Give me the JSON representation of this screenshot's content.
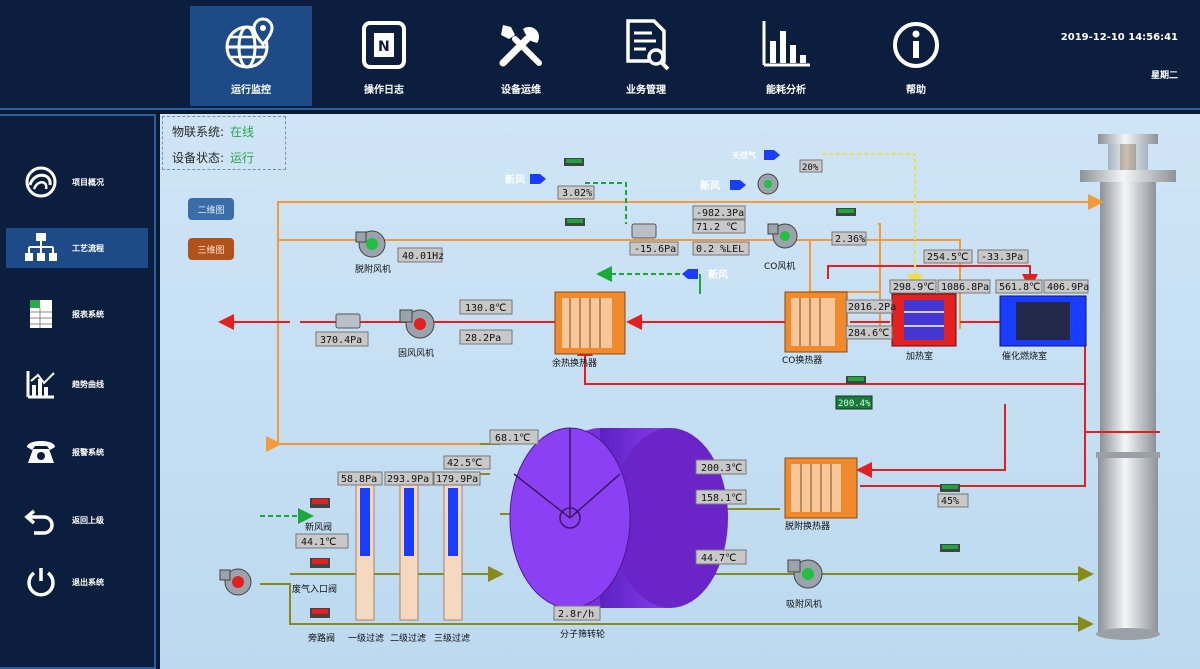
{
  "nav": [
    {
      "label": "运行监控",
      "icon": "globe-pin-icon"
    },
    {
      "label": "操作日志",
      "icon": "log-book-icon"
    },
    {
      "label": "设备运维",
      "icon": "tools-icon"
    },
    {
      "label": "业务管理",
      "icon": "document-search-icon"
    },
    {
      "label": "能耗分析",
      "icon": "bar-chart-icon"
    },
    {
      "label": "帮助",
      "icon": "info-icon"
    }
  ],
  "header": {
    "datetime": "2019-12-10 14:56:41",
    "weekday": "星期二"
  },
  "sidebar": [
    {
      "label": "项目概况",
      "icon": "swirl-logo-icon"
    },
    {
      "label": "工艺流程",
      "icon": "org-chart-icon"
    },
    {
      "label": "报表系统",
      "icon": "spreadsheet-icon"
    },
    {
      "label": "趋势曲线",
      "icon": "trend-chart-icon"
    },
    {
      "label": "报警系统",
      "icon": "telephone-icon"
    },
    {
      "label": "返回上级",
      "icon": "back-arrow-icon"
    },
    {
      "label": "退出系统",
      "icon": "power-icon"
    }
  ],
  "status": {
    "iot_label": "物联系统:",
    "iot_value": "在线",
    "device_label": "设备状态:",
    "device_value": "运行"
  },
  "views": {
    "two_d": "二维图",
    "three_d": "三维图"
  },
  "process": {
    "labels": {
      "desorption_fan": "脱附风机",
      "solid_fan": "固风风机",
      "co_fan": "CO风机",
      "waste_heat_exchanger": "余热换热器",
      "co_exchanger": "CO换热器",
      "heating_chamber": "加热室",
      "catalytic_chamber": "催化燃烧室",
      "desorption_exchanger": "脱附换热器",
      "adsorption_fan": "吸附风机",
      "rotor": "分子筛转轮",
      "fresh_air_valve": "新风阀",
      "inlet_valve": "废气入口阀",
      "bypass_valve": "旁路阀",
      "filter1": "一级过滤",
      "filter2": "二级过滤",
      "filter3": "三级过滤",
      "fresh_air": "新风",
      "natural_gas": "天然气"
    },
    "readouts": {
      "fan_freq": "40.01Hz",
      "fresh_valve_pct": "3.02%",
      "natgas_pct": "20%",
      "p1": "-982.3Pa",
      "t1": "71.2 ℃",
      "p2": "-15.6Pa",
      "lel": "0.2 %LEL",
      "co_valve_pct": "2.36%",
      "t_heat_in": "254.5℃",
      "p_heat": "-33.3Pa",
      "t_heat": "298.9℃",
      "p_heat2": "1086.8Pa",
      "t_cat": "561.8℃",
      "p_cat": "406.9Pa",
      "p_co1": "2016.2Pa",
      "t_co1": "284.6℃",
      "t_waste": "130.8℃",
      "p_waste": "28.2Pa",
      "p_solid": "370.4Pa",
      "bypass_pct": "200.4%",
      "t_return": "68.1℃",
      "p_f1": "58.8Pa",
      "p_f2": "293.9Pa",
      "p_f3": "179.9Pa",
      "t_f3": "42.5℃",
      "t_desorb_out": "200.3℃",
      "t_desorb_in": "158.1℃",
      "desorb_valve_pct": "45%",
      "t_inlet": "44.1℃",
      "t_adsorb": "44.7℃",
      "rotor_speed": "2.8r/h"
    }
  }
}
